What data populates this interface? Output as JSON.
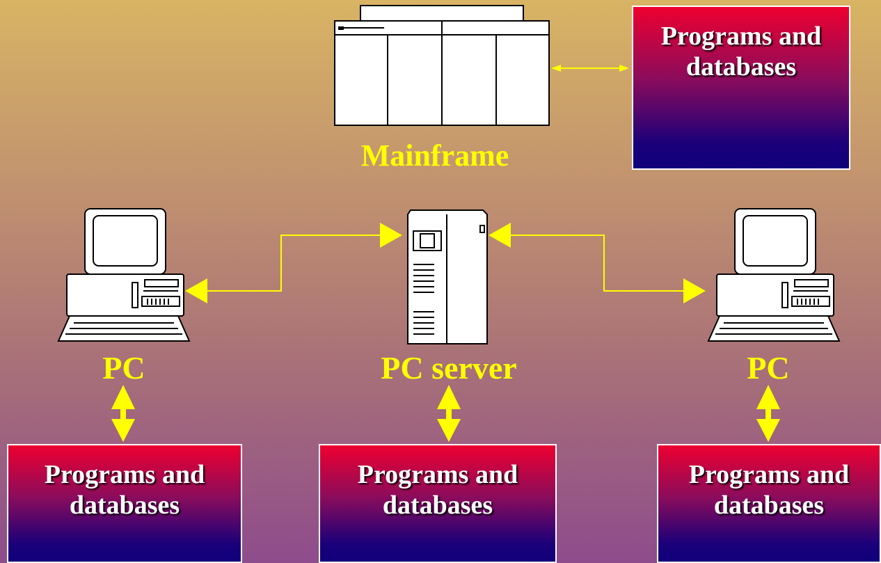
{
  "colors": {
    "label": "#ffff00",
    "arrow": "#ffff00",
    "box_top": "#ee0030",
    "box_bottom": "#10007a"
  },
  "mainframe": {
    "label": "Mainframe",
    "icon": "mainframe-icon"
  },
  "server": {
    "label": "PC server",
    "icon": "pc-server-icon"
  },
  "pc_left": {
    "label": "PC",
    "icon": "desktop-pc-icon"
  },
  "pc_right": {
    "label": "PC",
    "icon": "desktop-pc-icon"
  },
  "storage": [
    {
      "line1": "Programs and",
      "line2": "databases"
    },
    {
      "line1": "Programs and",
      "line2": "databases"
    },
    {
      "line1": "Programs and",
      "line2": "databases"
    },
    {
      "line1": "Programs and",
      "line2": "databases"
    }
  ]
}
